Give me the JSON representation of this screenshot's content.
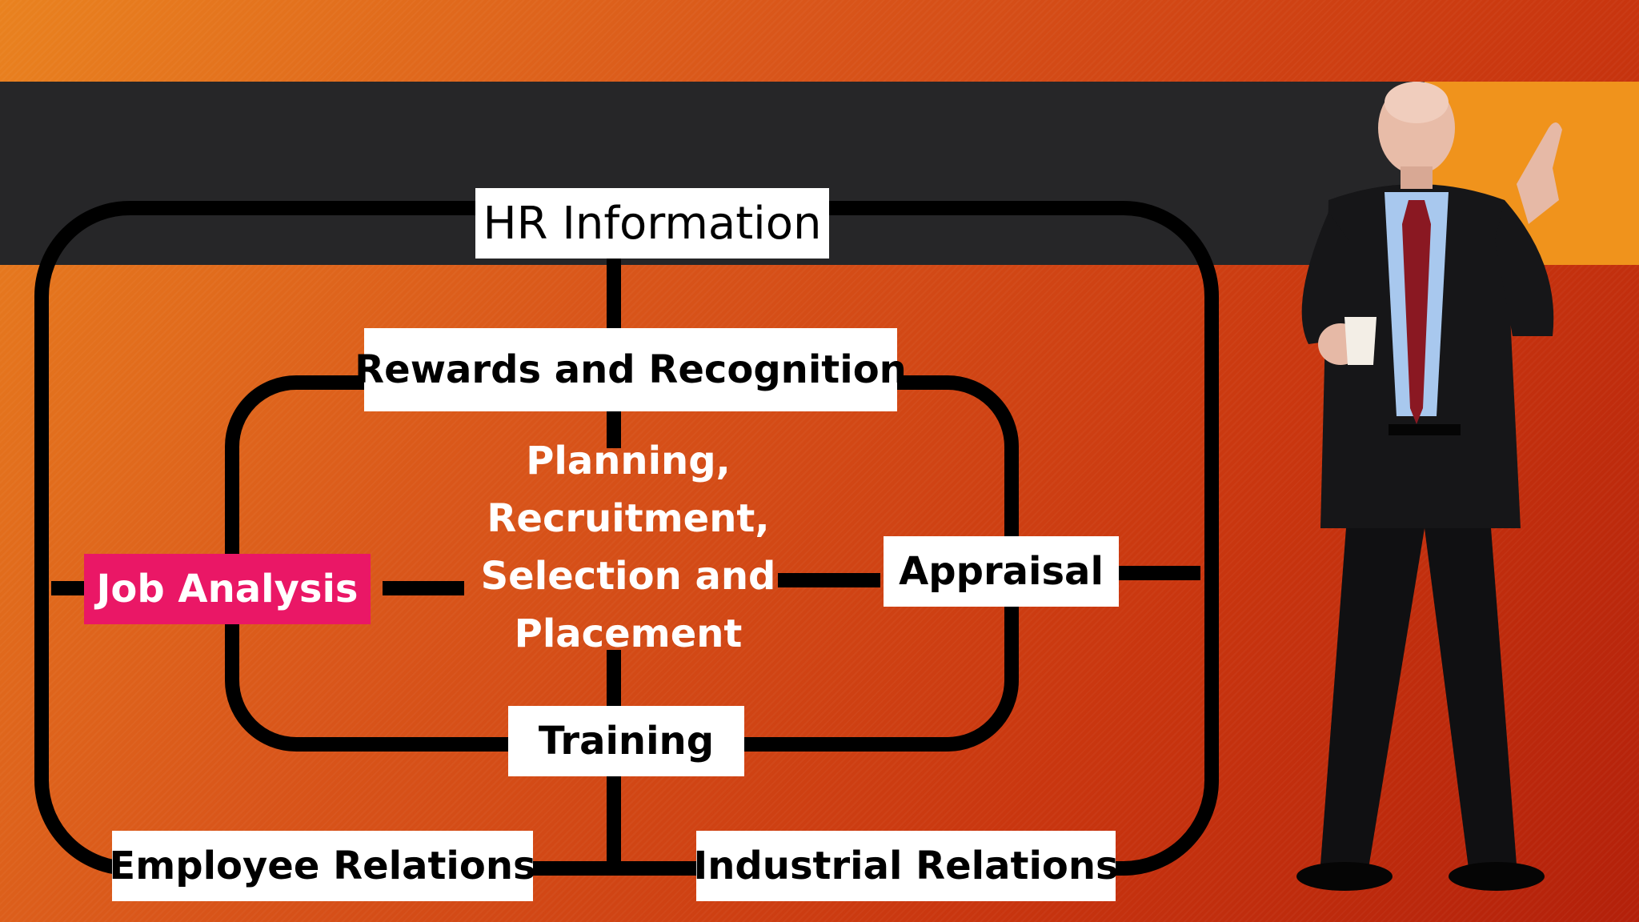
{
  "diagram": {
    "top_box": "HR Information",
    "inner_top_box": "Rewards and Recognition",
    "center_lines": [
      "Planning,",
      "Recruitment,",
      "Selection and",
      "Placement"
    ],
    "left_box": "Job Analysis",
    "right_box": "Appraisal",
    "inner_bottom_box": "Training",
    "bottom_left_box": "Employee Relations",
    "bottom_right_box": "Industrial Relations"
  },
  "colors": {
    "background_start": "#e9821f",
    "background_end": "#b3200a",
    "dark_band": "#262628",
    "accent": "#f0931c",
    "highlight_box": "#ea1766",
    "line": "#000000"
  }
}
